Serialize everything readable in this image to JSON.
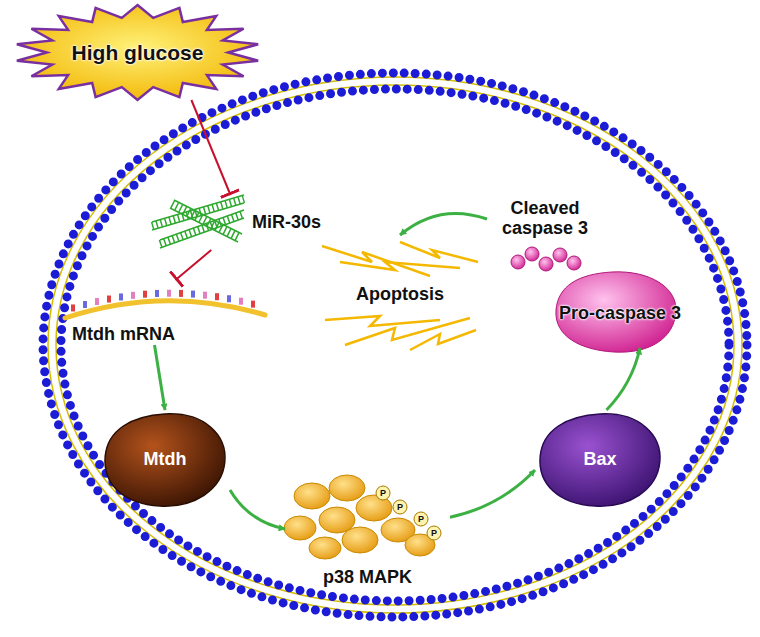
{
  "diagram": {
    "nodes": [
      {
        "text": [
          "High glucose"
        ]
      },
      {
        "text": [
          "MiR-30s"
        ]
      },
      {
        "text": [
          "Mtdh mRNA"
        ]
      },
      {
        "text": [
          "Mtdh"
        ]
      },
      {
        "text": [
          "p38 MAPK"
        ]
      },
      {
        "text": [
          "Bax"
        ]
      },
      {
        "text": [
          "Pro-caspase 3"
        ]
      },
      {
        "text": [
          "Cleaved caspase 3"
        ]
      },
      {
        "text": [
          "Apoptosis"
        ]
      }
    ],
    "edges": [
      {
        "from": 0,
        "to": 1,
        "arrow": "to"
      },
      {
        "from": 1,
        "to": 2,
        "arrow": "to"
      },
      {
        "from": 2,
        "to": 3,
        "arrow": "to"
      },
      {
        "from": 3,
        "to": 4,
        "arrow": "to"
      },
      {
        "from": 4,
        "to": 5,
        "arrow": "to"
      },
      {
        "from": 5,
        "to": 6,
        "arrow": "to"
      },
      {
        "from": 7,
        "to": 8,
        "arrow": "to"
      }
    ],
    "labels": [
      "P",
      "P",
      "P",
      "P"
    ]
  }
}
